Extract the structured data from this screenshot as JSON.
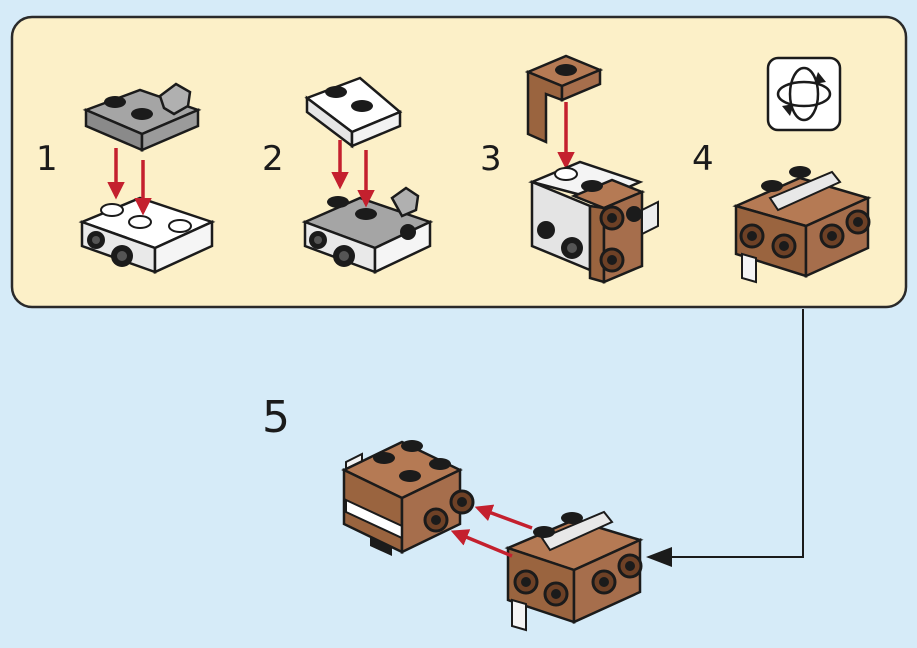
{
  "steps": [
    {
      "number": "1"
    },
    {
      "number": "2"
    },
    {
      "number": "3"
    },
    {
      "number": "4"
    },
    {
      "number": "5"
    }
  ],
  "icons": {
    "rotate": "rotate-model-icon"
  },
  "colors": {
    "background": "#d6ebf8",
    "submodel_panel": "#fcf0c8",
    "brick_brown": "#a66e4c",
    "brick_gray": "#9b9b9b",
    "brick_white": "#fafafa",
    "arrow_red": "#c4202e",
    "outline": "#1b1b1b"
  }
}
